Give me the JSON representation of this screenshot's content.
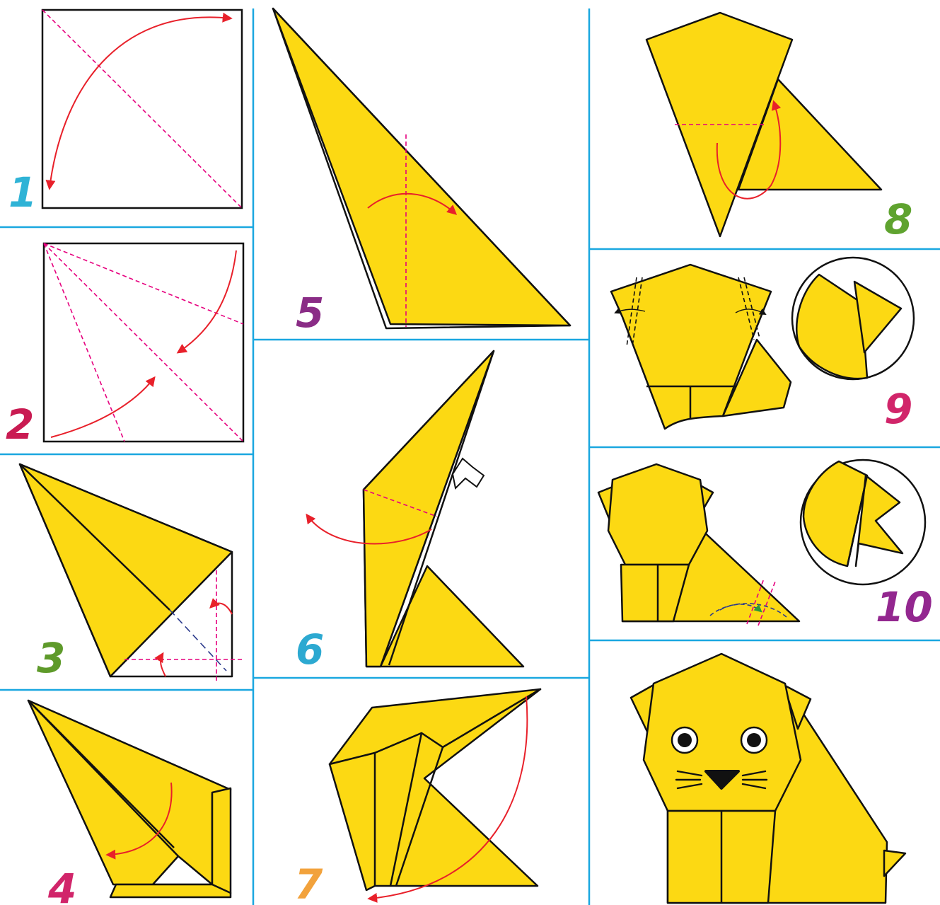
{
  "steps": [
    {
      "number": "1",
      "color": "#2fb3d6"
    },
    {
      "number": "2",
      "color": "#c91b52"
    },
    {
      "number": "3",
      "color": "#5e9a2a"
    },
    {
      "number": "4",
      "color": "#d1256a"
    },
    {
      "number": "5",
      "color": "#8a2c86"
    },
    {
      "number": "6",
      "color": "#2ca9d1"
    },
    {
      "number": "7",
      "color": "#f2a23c"
    },
    {
      "number": "8",
      "color": "#5fa32f"
    },
    {
      "number": "9",
      "color": "#d1256a"
    },
    {
      "number": "10",
      "color": "#93278f"
    }
  ],
  "colors": {
    "paper": "#fcd913",
    "outline": "#111111",
    "fold_line": "#e6007e",
    "arrow": "#e8202a",
    "divider": "#1aa7e0"
  }
}
